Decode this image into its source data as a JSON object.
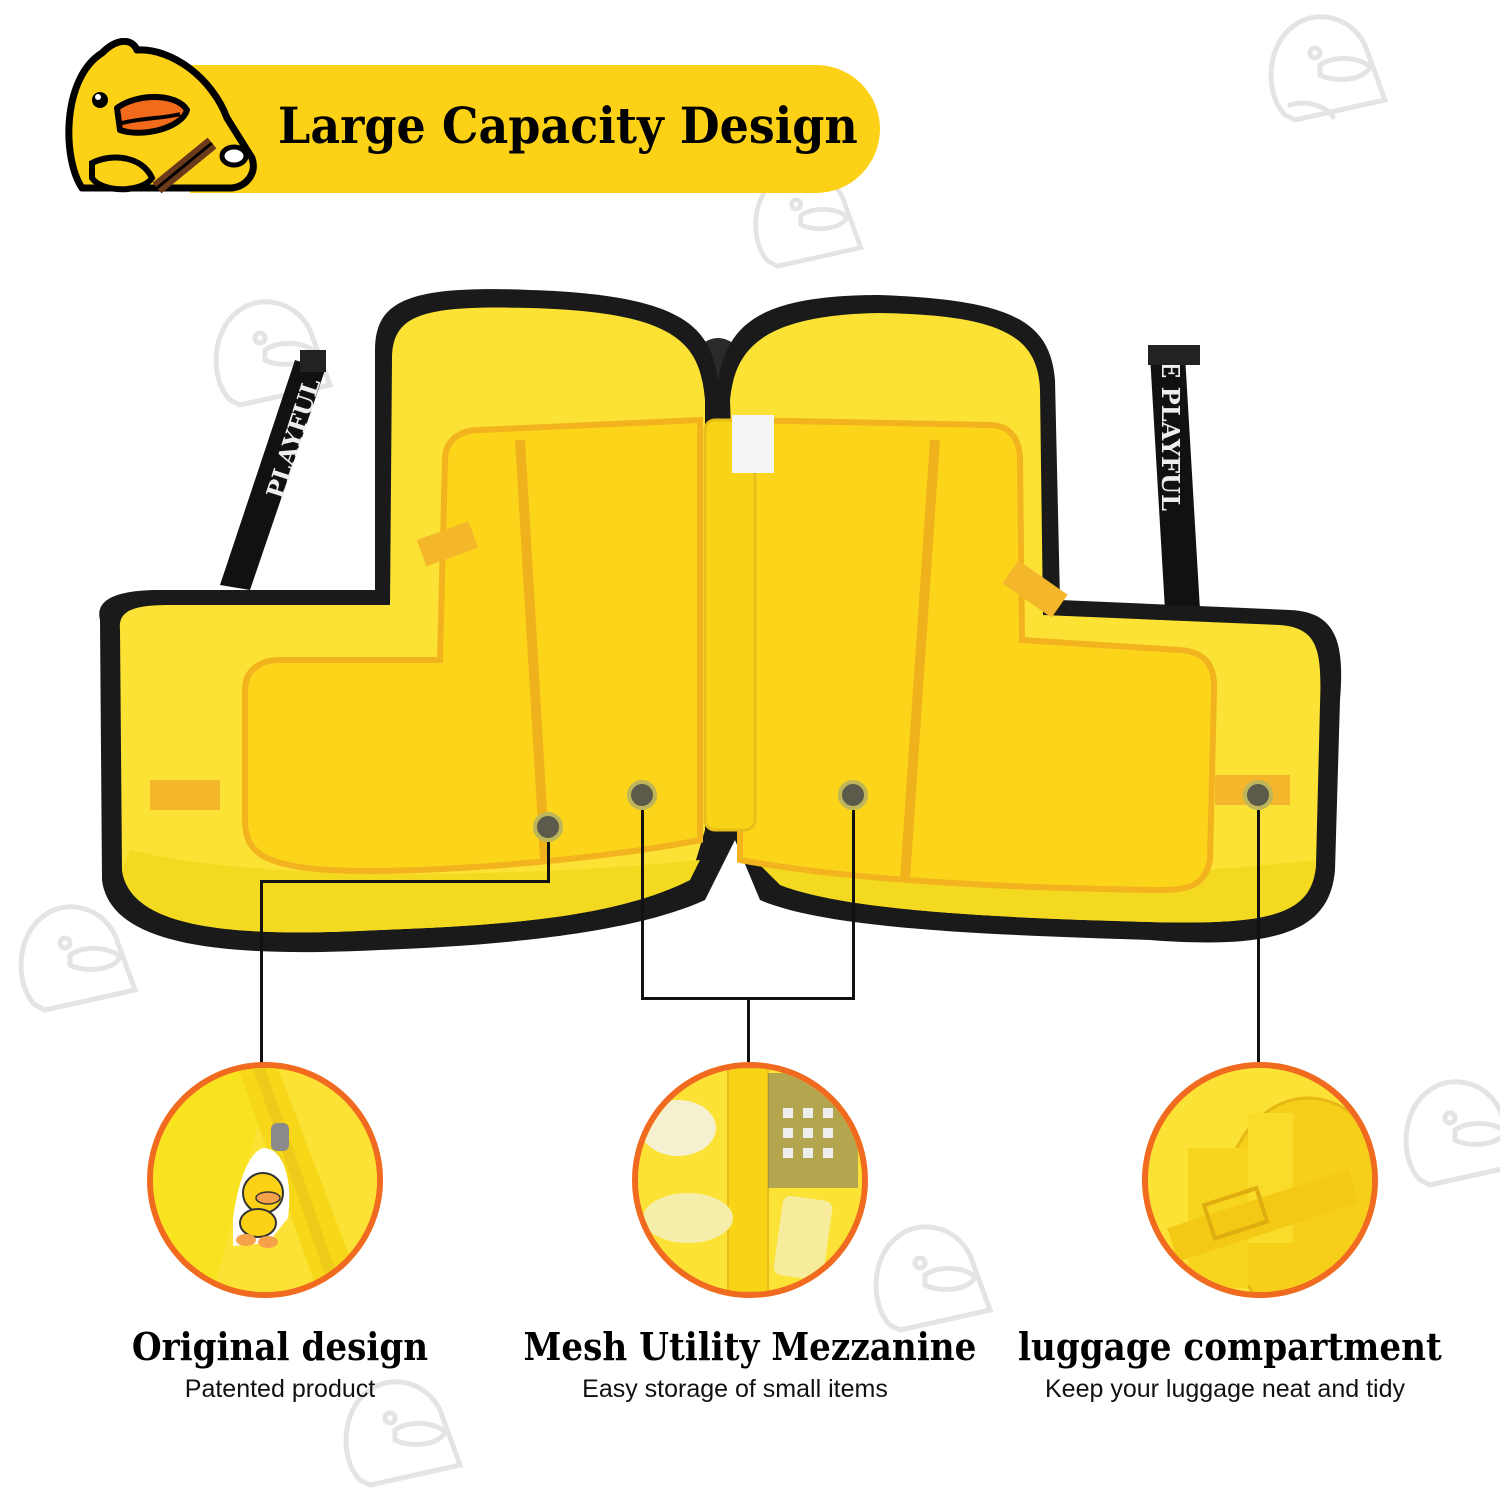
{
  "header": {
    "title": "Large Capacity Design",
    "banner_color": "#fcd116",
    "logo_icon": "duck-mascot-icon"
  },
  "product": {
    "description": "Open duck-shaped kids suitcase with yellow lining",
    "strap_text_left": "PLAYFUL",
    "strap_text_right": "E PLAYFUL",
    "shell_color": "#1a1a1a",
    "lining_color": "#fbe234"
  },
  "features": [
    {
      "title": "Original design",
      "subtitle": "Patented product",
      "detail_icon": "duck-zipper-pull-icon"
    },
    {
      "title": "Mesh Utility Mezzanine",
      "subtitle": "Easy storage of small items",
      "detail_icon": "mesh-pocket-icon"
    },
    {
      "title": "luggage compartment",
      "subtitle": "Keep your luggage neat and tidy",
      "detail_icon": "strap-buckle-icon"
    }
  ],
  "colors": {
    "accent_orange": "#f06a1f",
    "callout_dot": "#5c5a4a",
    "callout_ring": "#bfb55a",
    "watermark": "#d9d9d9"
  }
}
